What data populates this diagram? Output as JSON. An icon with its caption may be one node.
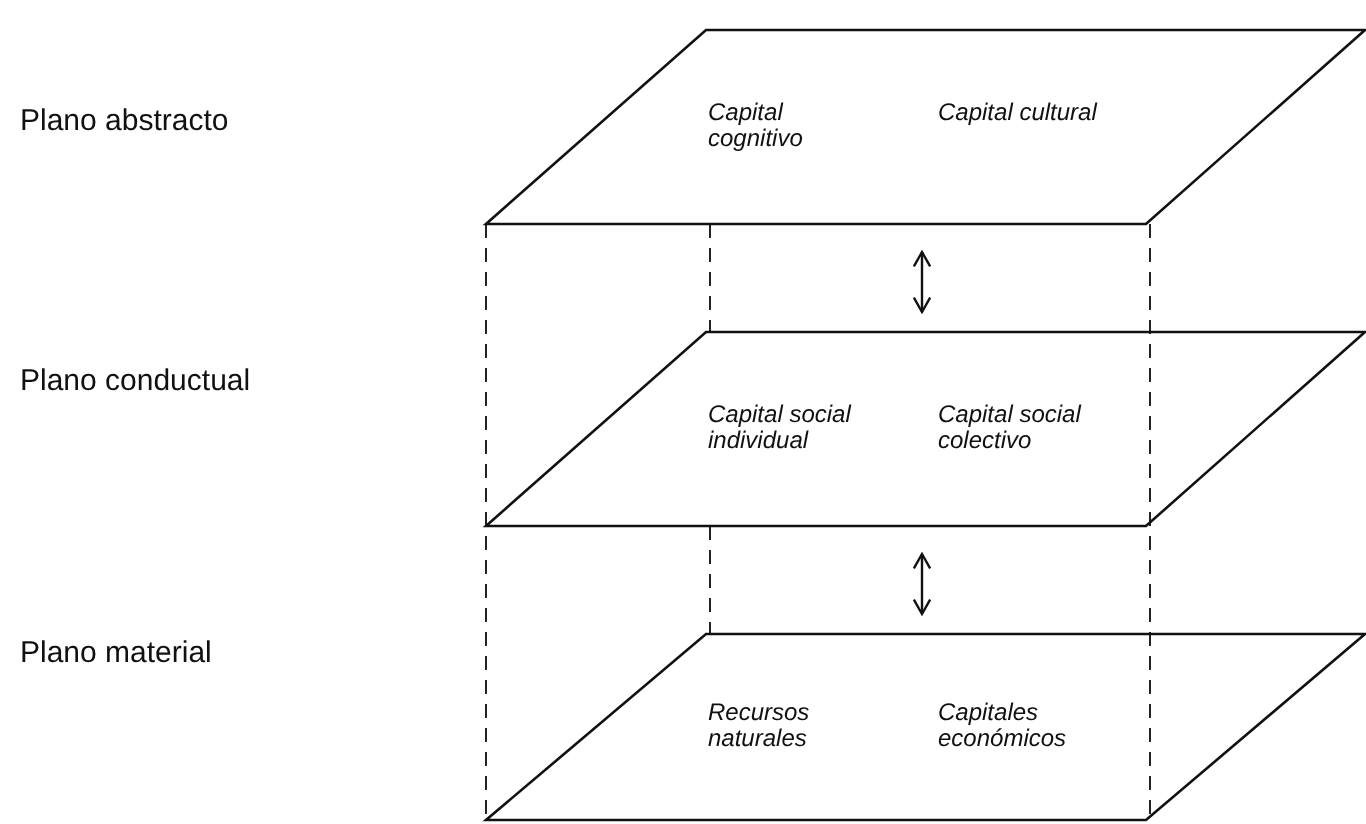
{
  "diagram": {
    "nodes": [
      {
        "text": [
          "Capital cognitivo",
          "Capital cultural"
        ]
      },
      {
        "text": [
          "Capital social individual",
          "Capital social colectivo"
        ]
      },
      {
        "text": [
          "Recursos naturales",
          "Capitales económicos"
        ]
      }
    ],
    "edges": [
      {
        "from": 0,
        "to": 1,
        "arrow": "both"
      },
      {
        "from": 1,
        "to": 2,
        "arrow": "both"
      }
    ],
    "labels": [
      "Plano abstracto",
      "Plano conductual",
      "Plano material"
    ]
  }
}
